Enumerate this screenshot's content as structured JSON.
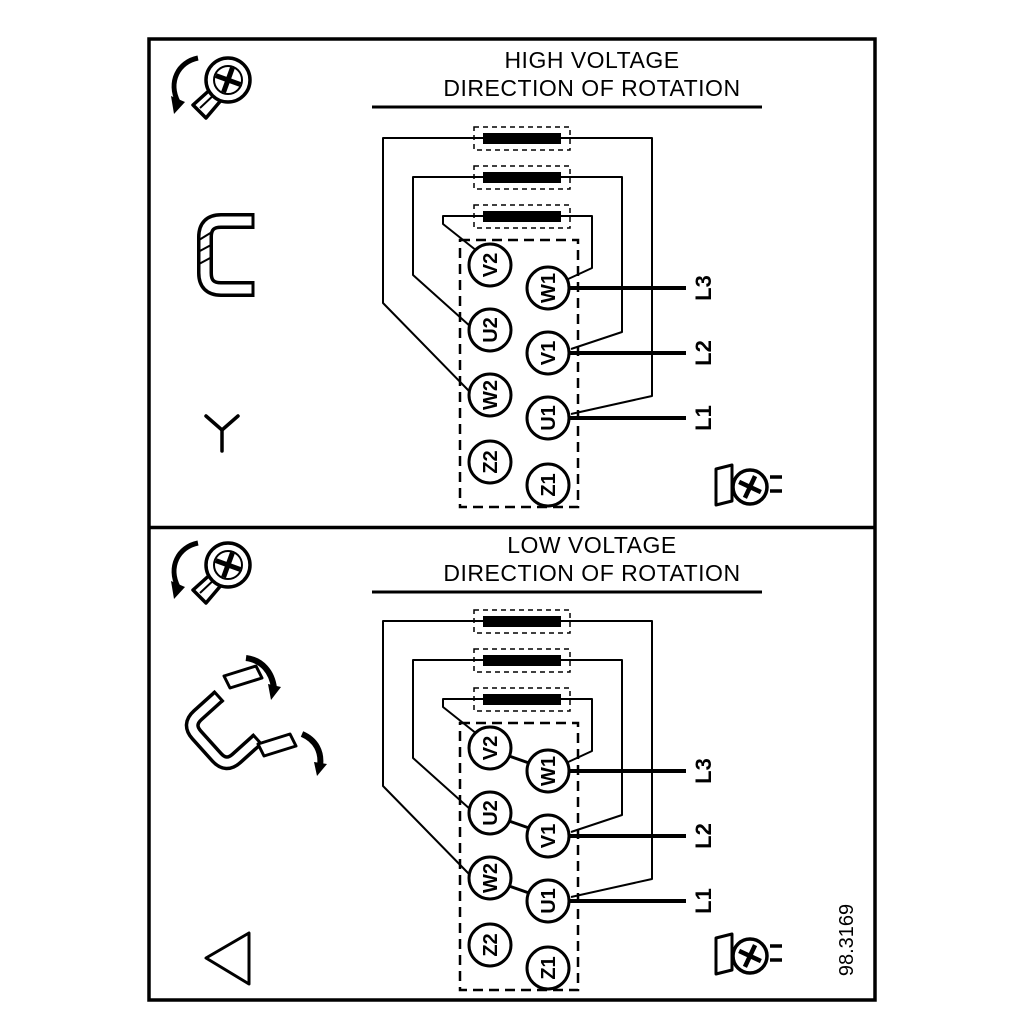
{
  "figure_number": "98.3169",
  "colors": {
    "line": "#000000",
    "background": "#ffffff"
  },
  "panels": [
    {
      "id": "high-voltage",
      "title_line1": "HIGH VOLTAGE",
      "title_line2": "DIRECTION OF ROTATION",
      "connection": "star",
      "terminals_left": [
        "V2",
        "U2",
        "W2",
        "Z2"
      ],
      "terminals_right": [
        "W1",
        "V1",
        "U1",
        "Z1"
      ],
      "supply_lines": [
        "L3",
        "L2",
        "L1"
      ]
    },
    {
      "id": "low-voltage",
      "title_line1": "LOW VOLTAGE",
      "title_line2": "DIRECTION OF ROTATION",
      "connection": "delta",
      "terminals_left": [
        "V2",
        "U2",
        "W2",
        "Z2"
      ],
      "terminals_right": [
        "W1",
        "V1",
        "U1",
        "Z1"
      ],
      "supply_lines": [
        "L3",
        "L2",
        "L1"
      ]
    }
  ]
}
